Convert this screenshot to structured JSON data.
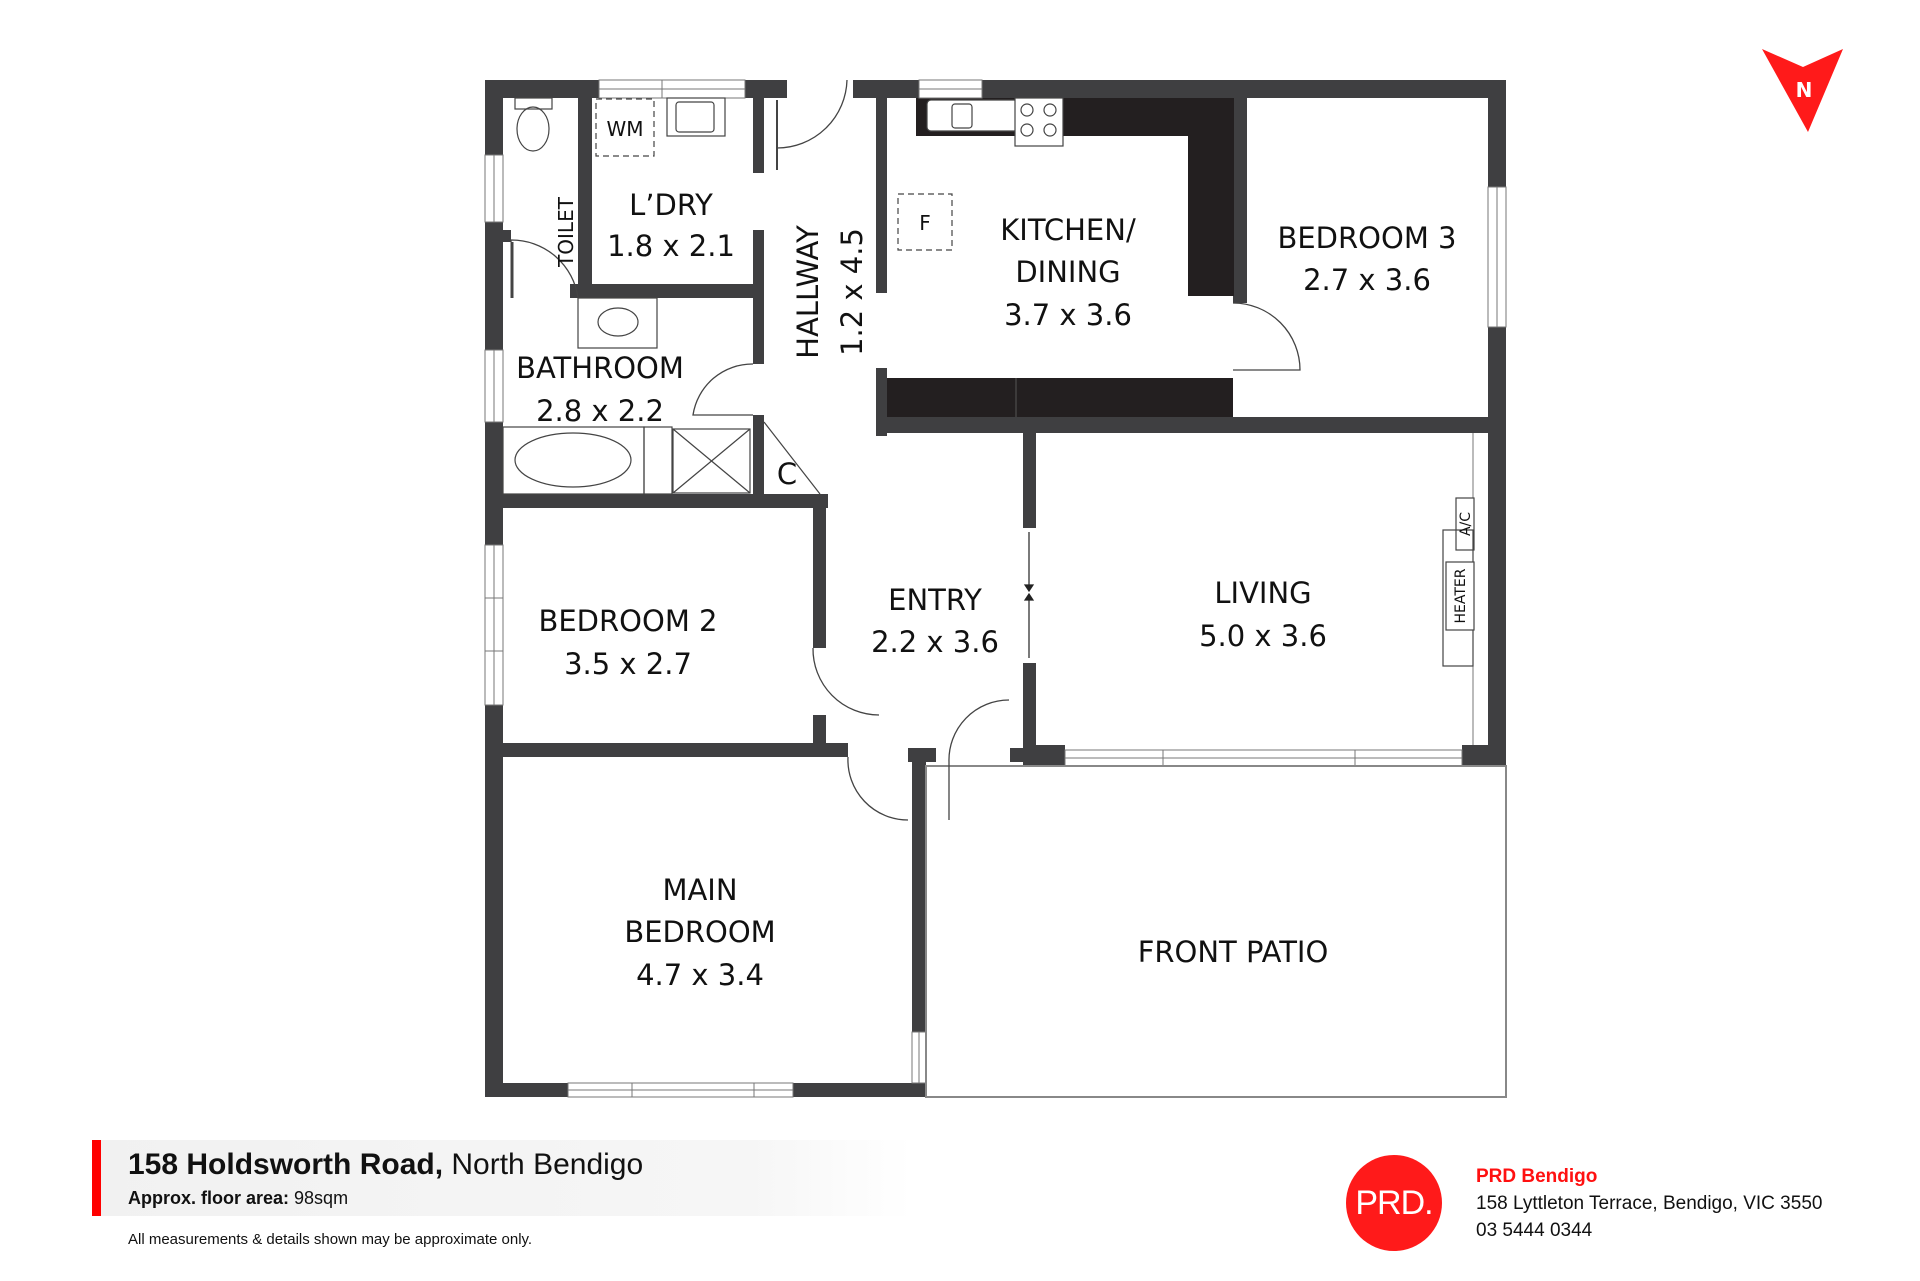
{
  "compass": {
    "label": "N",
    "color": "#ff1a1a"
  },
  "rooms": {
    "toilet": {
      "name": "TOILET"
    },
    "laundry": {
      "name": "L’DRY",
      "size": "1.8 x 2.1",
      "fixture": "WM"
    },
    "hallway": {
      "name": "HALLWAY",
      "size": "1.2 x 4.5"
    },
    "kitchen": {
      "name_line1": "KITCHEN/",
      "name_line2": "DINING",
      "size": "3.7 x 3.6",
      "fixture": "F"
    },
    "bedroom3": {
      "name": "BEDROOM 3",
      "size": "2.7 x 3.6"
    },
    "bathroom": {
      "name": "BATHROOM",
      "size": "2.8 x 2.2"
    },
    "cupboard": {
      "name": "C"
    },
    "bedroom2": {
      "name": "BEDROOM 2",
      "size": "3.5 x 2.7"
    },
    "entry": {
      "name": "ENTRY",
      "size": "2.2 x 3.6"
    },
    "living": {
      "name": "LIVING",
      "size": "5.0 x 3.6",
      "fixture_ac": "A/C",
      "fixture_heater": "HEATER"
    },
    "main_bedroom": {
      "name_line1": "MAIN",
      "name_line2": "BEDROOM",
      "size": "4.7 x 3.4"
    },
    "front_patio": {
      "name": "FRONT PATIO"
    }
  },
  "footer": {
    "address_bold": "158 Holdsworth Road,",
    "address_suburb": " North Bendigo",
    "area_label": "Approx. floor area:",
    "area_value": " 98sqm",
    "disclaimer": "All measurements & details shown may be approximate only.",
    "accent_color": "#ff0000"
  },
  "agency": {
    "logo_text": "PRD.",
    "name": "PRD Bendigo",
    "address": "158 Lyttleton Terrace, Bendigo, VIC 3550",
    "phone": "03 5444 0344",
    "brand_color": "#ff1a1a"
  },
  "colors": {
    "wall": "#3f3f41",
    "joinery": "#231f20",
    "line": "#555555"
  }
}
